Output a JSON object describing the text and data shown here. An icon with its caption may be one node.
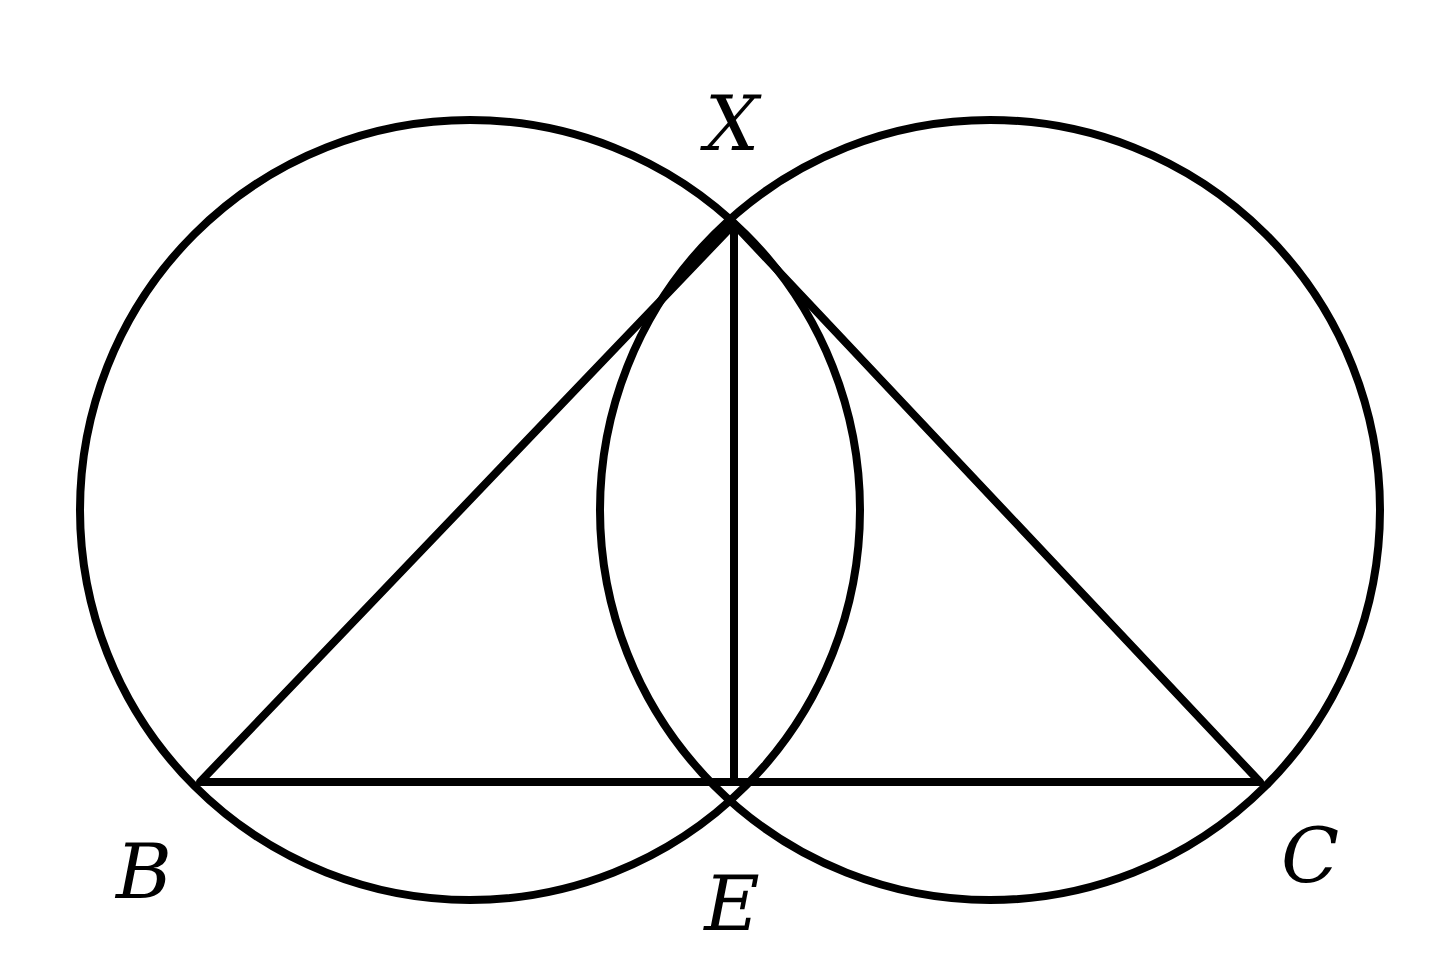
{
  "diagram": {
    "labels": [
      "X",
      "B",
      "E",
      "C"
    ]
  }
}
